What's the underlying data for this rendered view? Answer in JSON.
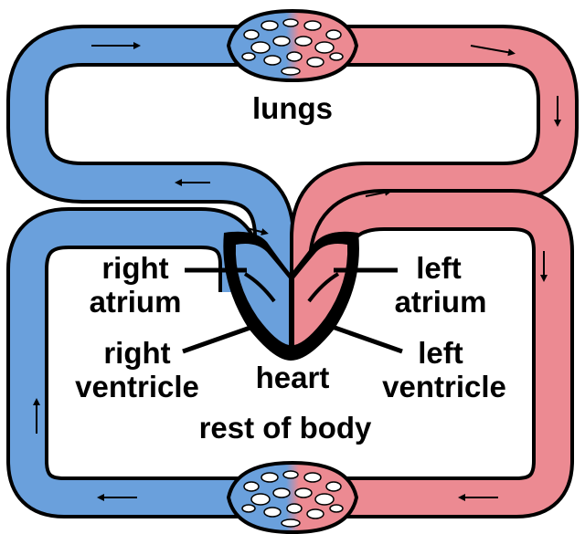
{
  "labels": {
    "lungs": "lungs",
    "right_atrium_1": "right",
    "right_atrium_2": "atrium",
    "right_ventricle_1": "right",
    "right_ventricle_2": "ventricle",
    "left_atrium_1": "left",
    "left_atrium_2": "atrium",
    "left_ventricle_1": "left",
    "left_ventricle_2": "ventricle",
    "heart": "heart",
    "rest_of_body": "rest of body"
  },
  "colors": {
    "deoxygenated": "#6aa0dc",
    "oxygenated": "#ec8a92",
    "outline": "#000000",
    "background": "#ffffff"
  }
}
